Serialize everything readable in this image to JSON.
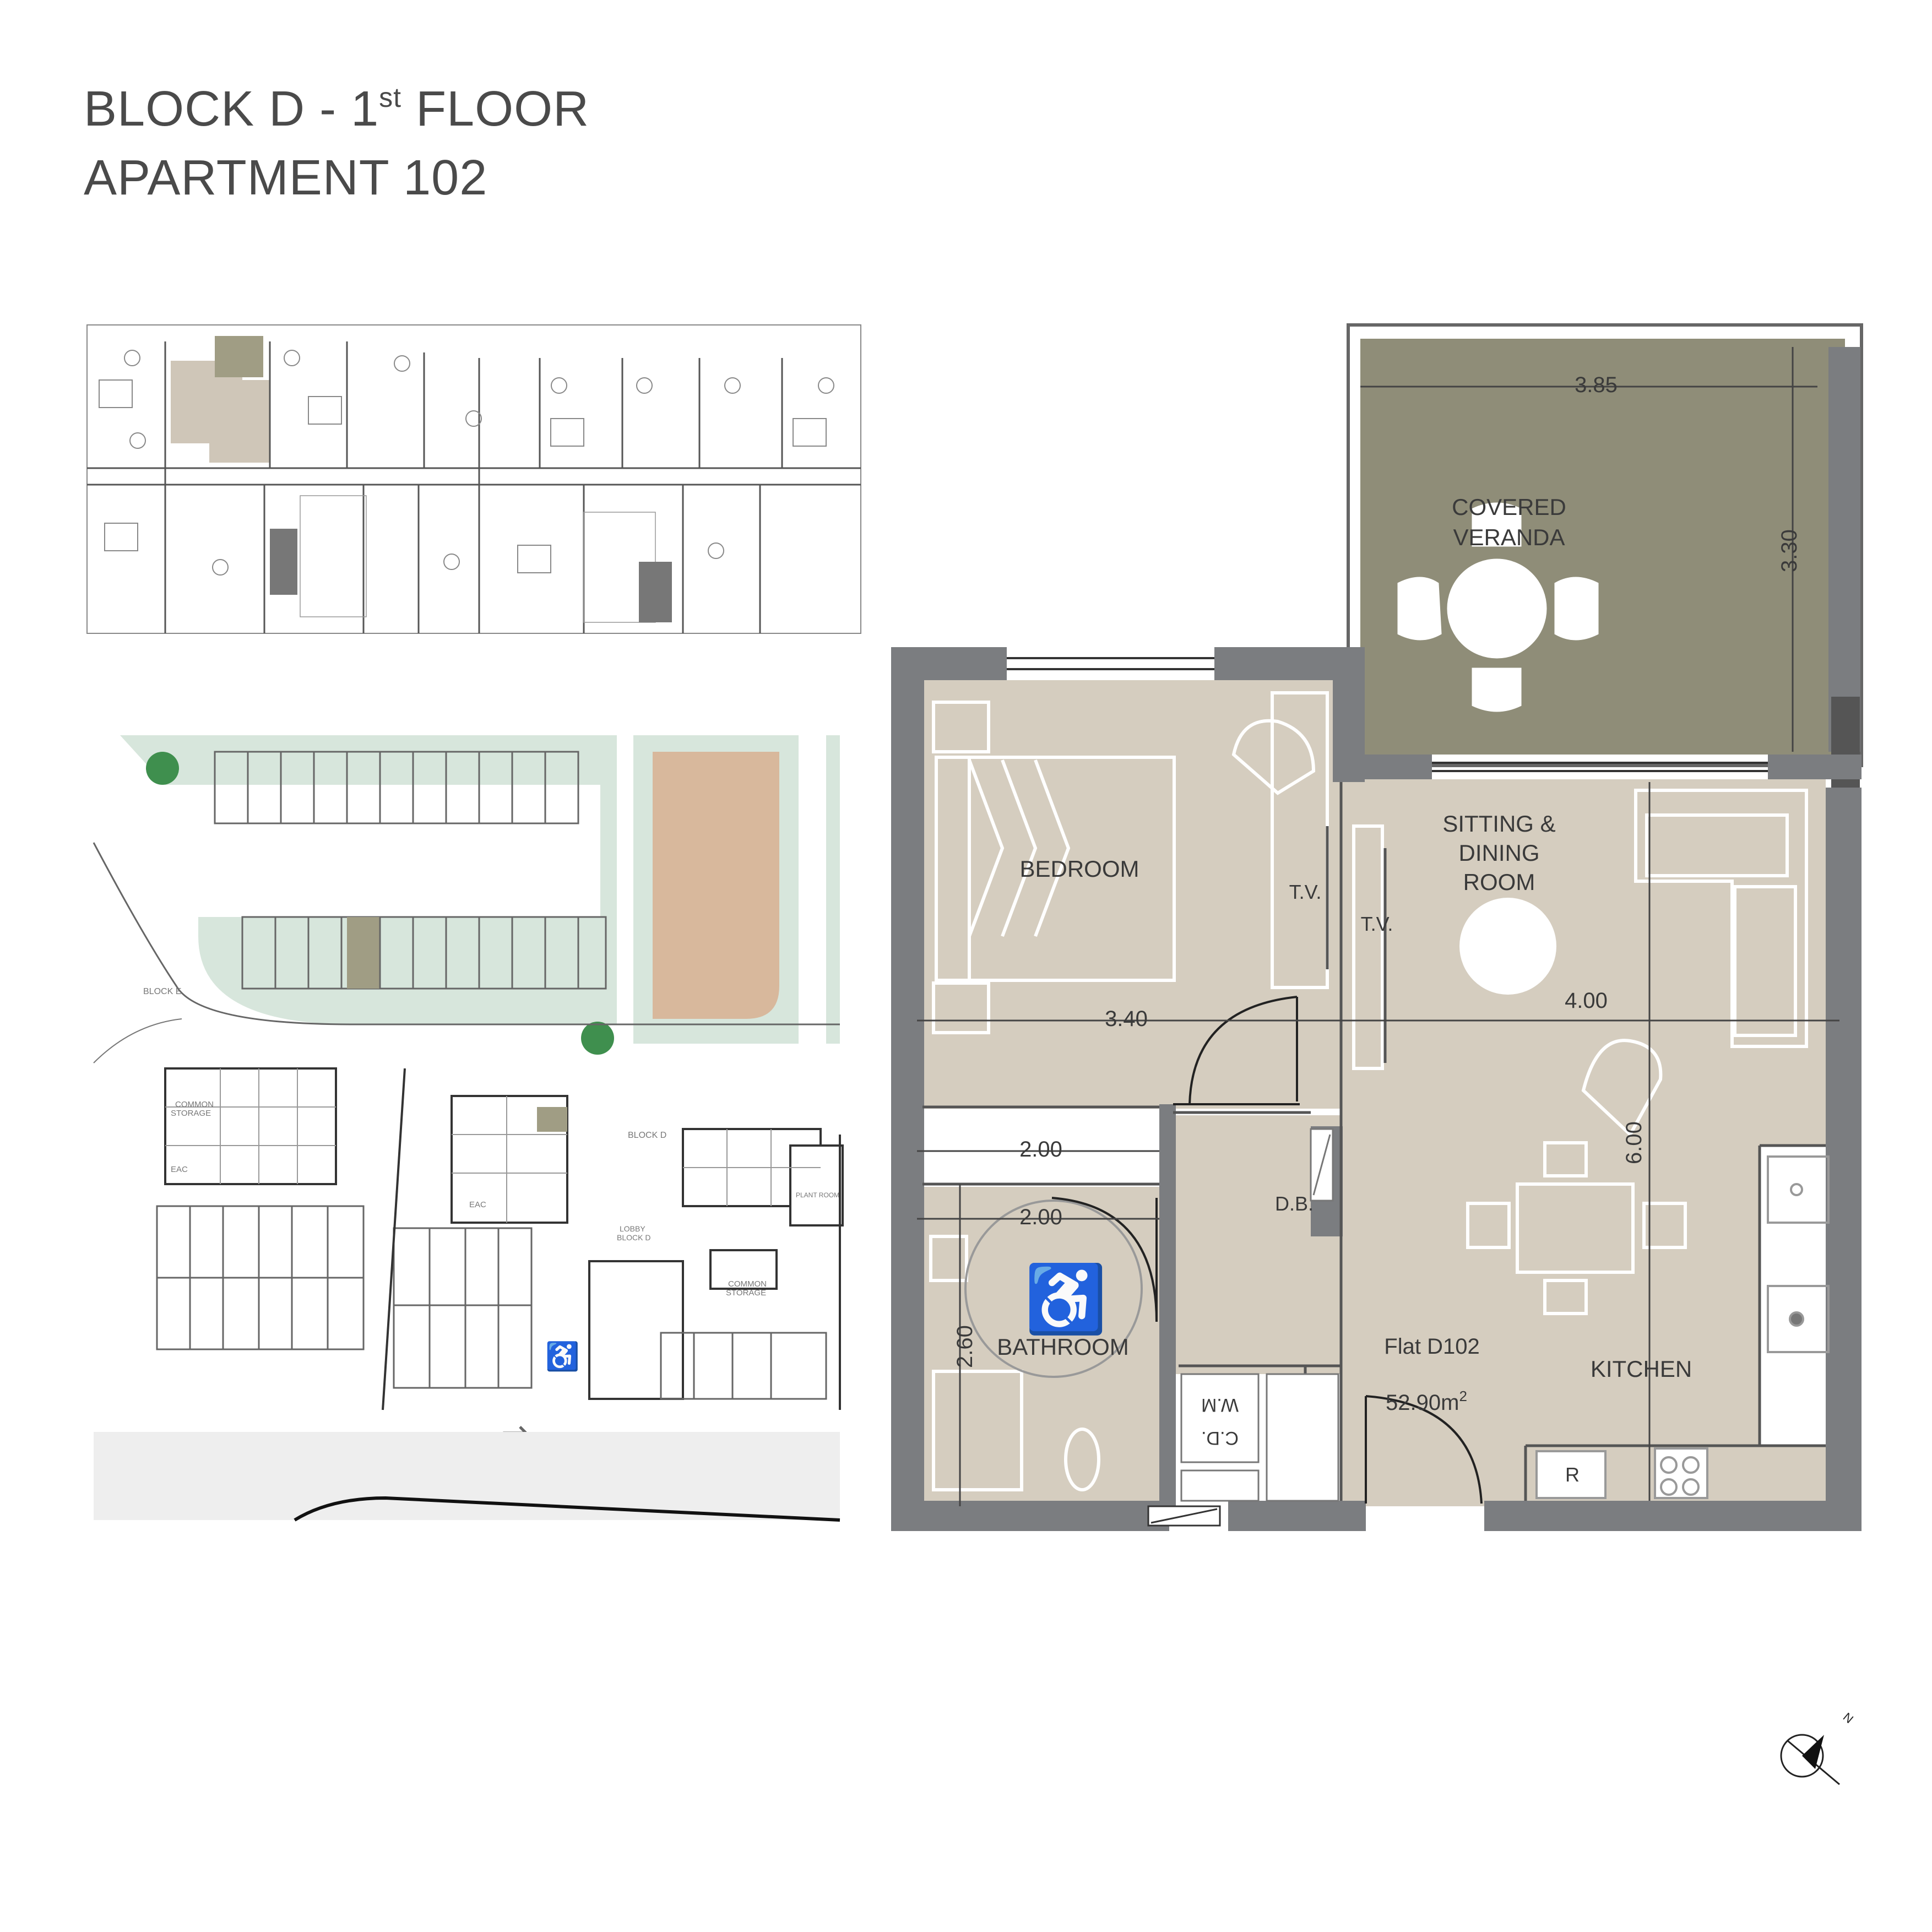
{
  "header": {
    "line1_prefix": "BLOCK D - 1",
    "line1_sup": "st",
    "line1_suffix": " FLOOR",
    "line2": "APARTMENT 102"
  },
  "plan": {
    "rooms": {
      "covered_veranda_line1": "COVERED",
      "covered_veranda_line2": "VERANDA",
      "bedroom": "BEDROOM",
      "sitting_line1": "SITTING &",
      "sitting_line2": "DINING",
      "sitting_line3": "ROOM",
      "bathroom": "BATHROOM",
      "kitchen": "KITCHEN"
    },
    "labels": {
      "tv_bedroom": "T.V.",
      "tv_sitting": "T.V.",
      "db": "D.B.",
      "wm": "W.M",
      "cd": "C.D.",
      "fridge": "R",
      "flat": "Flat D102",
      "area": "52.90m",
      "area_sup": "2"
    },
    "dimensions": {
      "veranda_width": "3.85",
      "veranda_depth": "3.30",
      "bedroom_width": "3.40",
      "sitting_width": "4.00",
      "sitting_depth": "6.00",
      "hall_width": "2.00",
      "bathroom_width": "2.00",
      "bathroom_depth": "2.60"
    }
  },
  "site_plan": {
    "block_e": "BLOCK E",
    "block_d": "BLOCK D",
    "lobby_line1": "LOBBY",
    "lobby_line2": "BLOCK D",
    "common_storage_1": "COMMON",
    "common_storage_1b": "STORAGE",
    "common_storage_2": "COMMON",
    "common_storage_2b": "STORAGE",
    "eac_1": "EAC",
    "eac_2": "EAC",
    "plant_room": "PLANT ROOM"
  },
  "colors": {
    "wall": "#7b7d80",
    "room_fill": "#d5cdbf",
    "veranda_fill": "#8f8d78",
    "site_green": "#d7e6dc",
    "gym_fill": "#d8b89c",
    "highlight": "#a09d84"
  }
}
